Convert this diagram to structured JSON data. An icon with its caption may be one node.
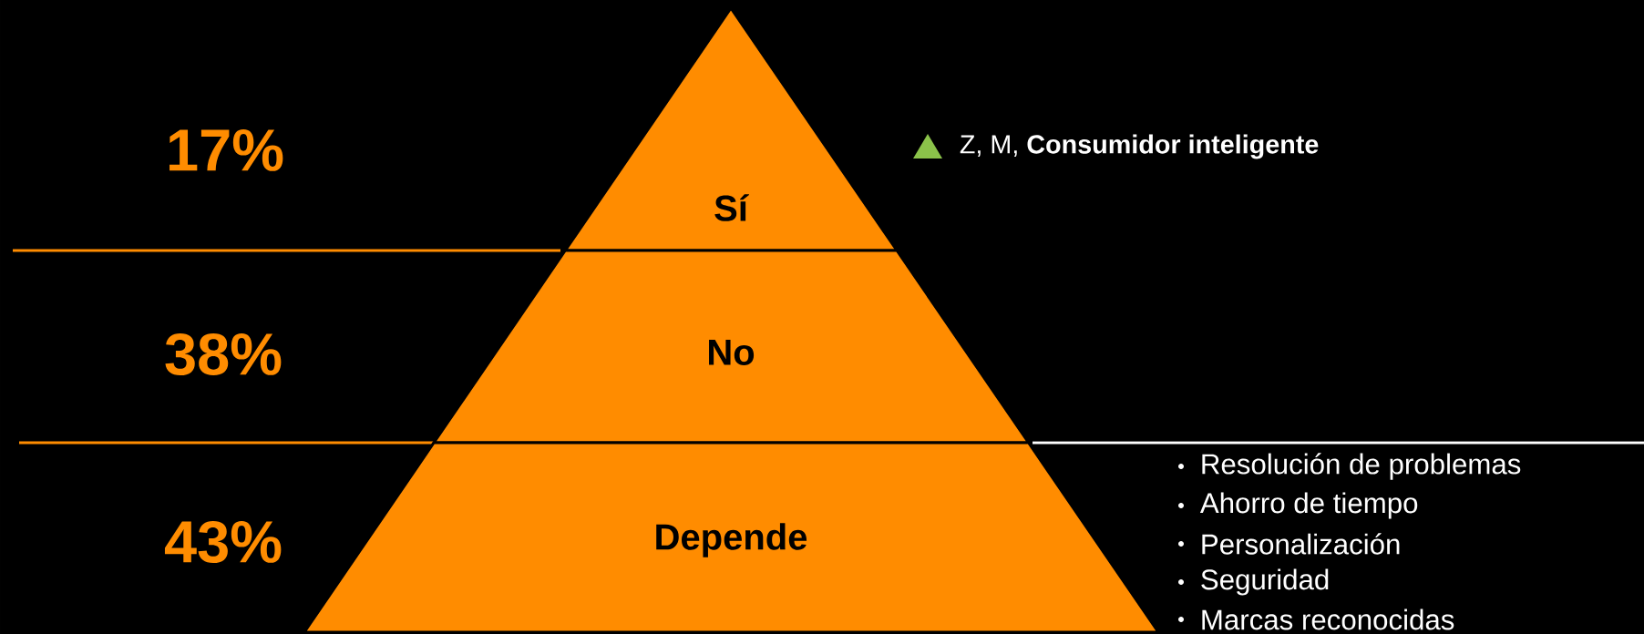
{
  "diagram": {
    "nodes": [
      {
        "text": [
          "Sí"
        ]
      },
      {
        "text": [
          "No"
        ]
      },
      {
        "text": [
          "Depende"
        ]
      }
    ],
    "labels": [
      "17%",
      "38%",
      "43%",
      "Z, M, **Consumidor inteligente**",
      "Resolución de problemas",
      "Ahorro de tiempo",
      "Personalización",
      "Seguridad",
      "Marcas reconocidas"
    ]
  }
}
